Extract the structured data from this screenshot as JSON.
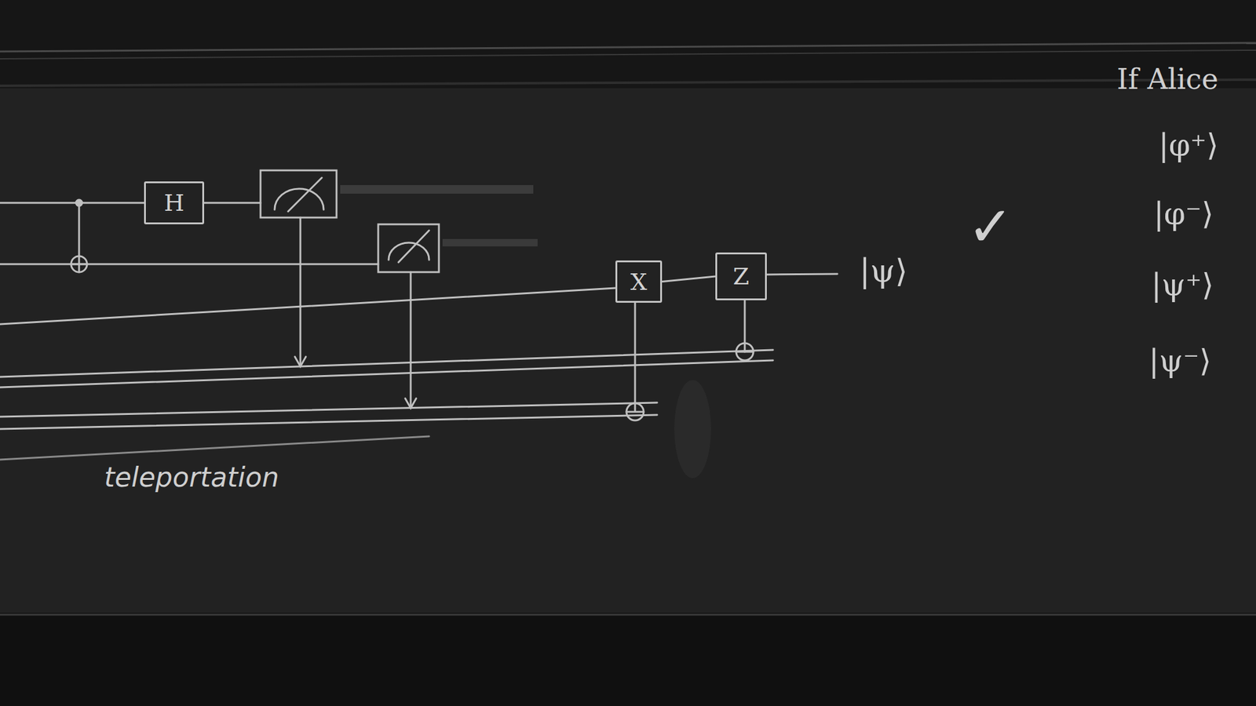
{
  "diagram": {
    "nodes": [
      {
        "text": [
          "H"
        ]
      },
      {
        "text": [
          "X"
        ]
      },
      {
        "text": [
          "Z"
        ]
      }
    ],
    "edges": [
      {
        "from": 1,
        "to": 2,
        "arrow": "none"
      }
    ],
    "labels": [
      "|ψ⟩",
      "✓",
      "teleportation",
      "If Alice",
      "|φ⁺⟩",
      "|φ⁻⟩",
      "|ψ⁺⟩",
      "|ψ⁻⟩"
    ]
  }
}
